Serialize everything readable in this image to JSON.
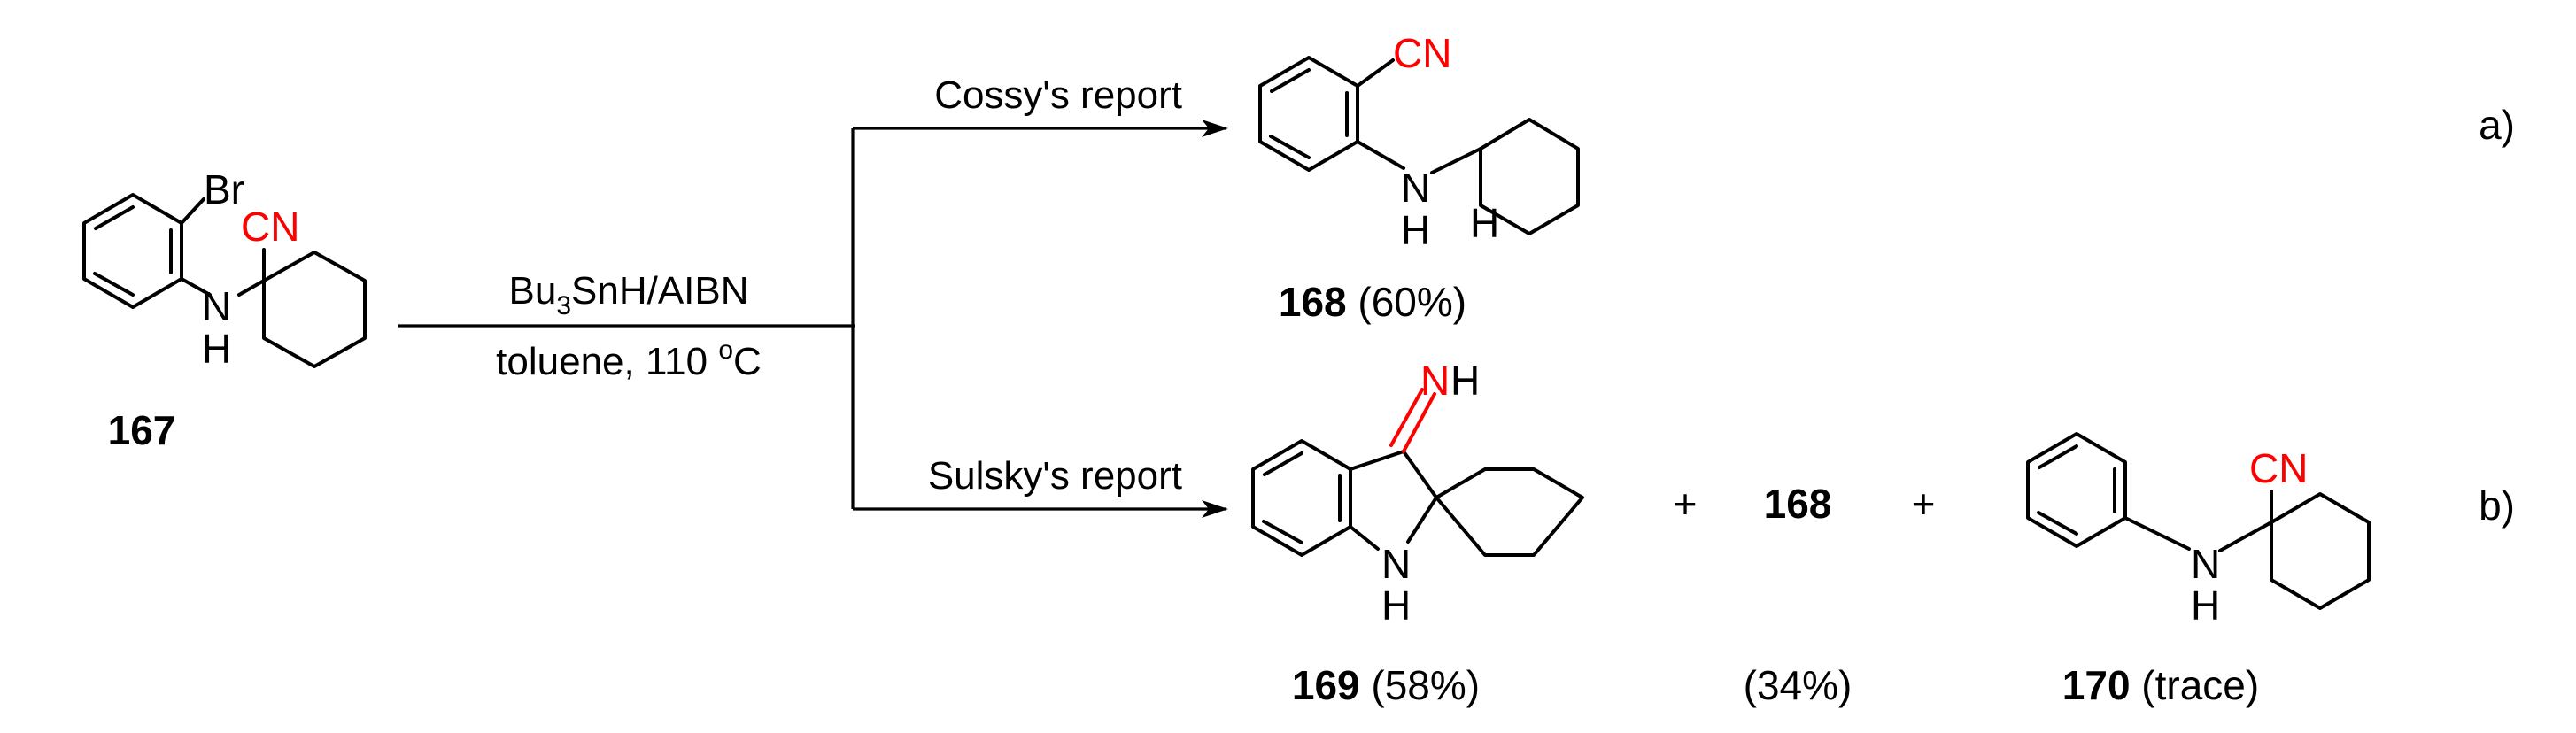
{
  "reactant": {
    "number": "167",
    "atoms": {
      "br": "Br",
      "cn": "CN",
      "n": "N",
      "h": "H"
    }
  },
  "conditions": {
    "reagent_prefix": "Bu",
    "reagent_sub": "3",
    "reagent_suffix": "SnH/AIBN",
    "solvent": "toluene, 110 ",
    "degree": "o",
    "unit": "C"
  },
  "routes": {
    "upper_label": "Cossy's report",
    "lower_label": "Sulsky's report",
    "upper_tag": "a)",
    "lower_tag": "b)"
  },
  "products": {
    "p168": {
      "number": "168",
      "yield": " (60%)",
      "atoms": {
        "cn": "CN",
        "n": "N",
        "h_n": "H",
        "h_c": "H"
      }
    },
    "p169": {
      "number": "169",
      "yield": " (58%)",
      "atoms": {
        "n": "N",
        "h_n": "H",
        "nh_n": "N",
        "nh_h": "H"
      }
    },
    "plus_1": "+",
    "byproduct_168": {
      "number": "168",
      "yield": "(34%)"
    },
    "plus_2": "+",
    "p170": {
      "number": "170",
      "yield": " (trace)",
      "atoms": {
        "cn": "CN",
        "n": "N",
        "h": "H"
      }
    }
  }
}
